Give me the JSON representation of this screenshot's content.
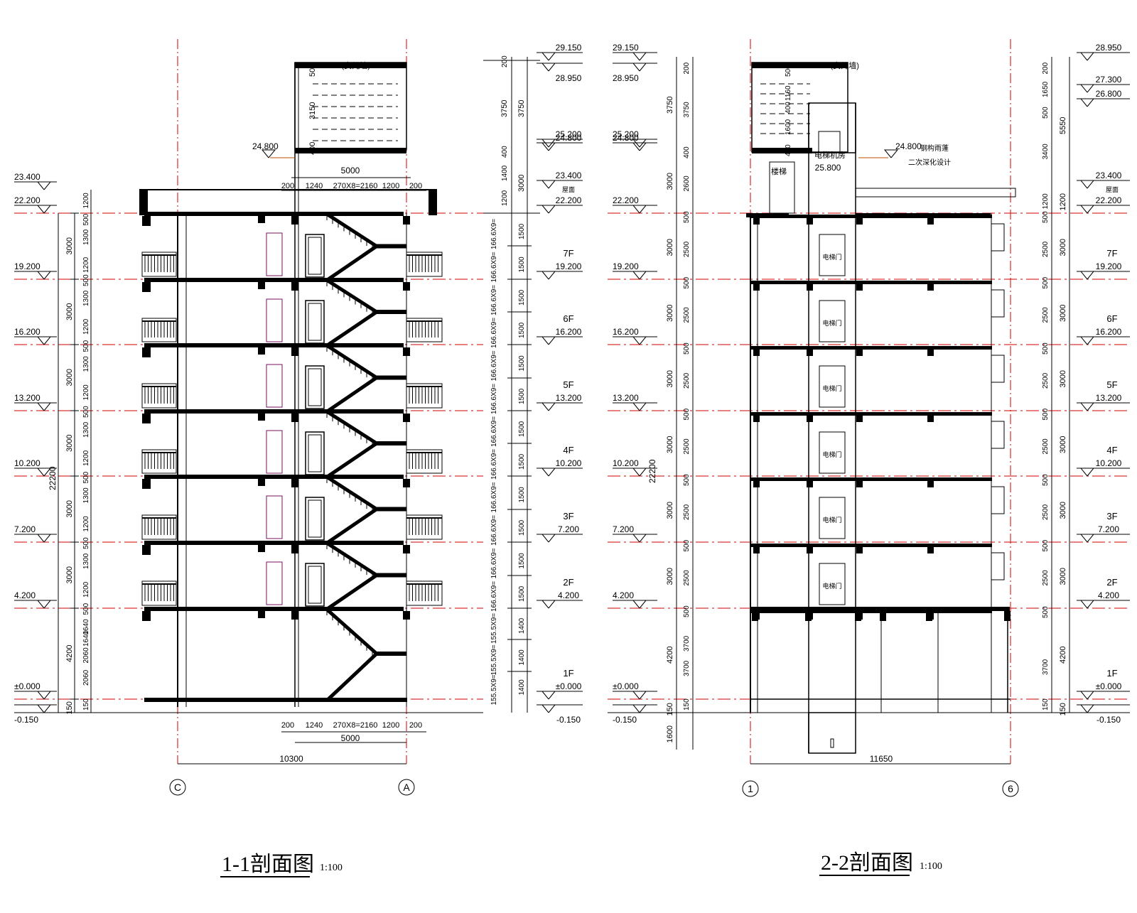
{
  "sections": [
    {
      "title": "1-1剖面图",
      "scale": "1:100",
      "grid_labels": [
        "C",
        "A"
      ],
      "overall_width": "10300",
      "stair_dims_top": [
        "200",
        "1240",
        "270X8=2160",
        "1200",
        "200"
      ],
      "stair_dims_bottom": [
        "200",
        "1240",
        "270X8=2160",
        "1200",
        "200"
      ],
      "bay_width": "5000",
      "bay_width_bottom": "5000",
      "roof_box_label": "28.750(女儿墙)",
      "roof_box_dims": [
        "500",
        "3150",
        "400"
      ],
      "side_elev_24800": "24.800",
      "left_elevations": [
        "23.400",
        "22.200",
        "19.200",
        "16.200",
        "13.200",
        "10.200",
        "7.200",
        "4.200",
        "±0.000",
        "-0.150"
      ],
      "left_dims_outer": [
        "3000",
        "3000",
        "3000",
        "3000",
        "3000",
        "3000",
        "4200",
        "150"
      ],
      "left_dims_inner": [
        "1200",
        "500",
        "1300",
        "1200",
        "500",
        "1300",
        "1200",
        "500",
        "1300",
        "1200",
        "500",
        "1300",
        "1200",
        "500",
        "1300",
        "1200",
        "500",
        "1300",
        "1200",
        "500",
        "1640",
        "2060",
        "150"
      ],
      "total_height": "22200",
      "right_dims_a": [
        "200",
        "3750",
        "400",
        "1400",
        "1200"
      ],
      "right_dims_b": [
        "3750",
        "3000"
      ],
      "flight_dims": [
        "166.6X9=",
        "166.6X9=",
        "166.6X9=",
        "166.6X9=",
        "166.6X9=",
        "166.6X9=",
        "166.6X9=",
        "166.6X9=",
        "166.6X9=",
        "166.6X9=",
        "166.6X9=",
        "166.6X9=",
        "155.5X9=",
        "155.5X9=",
        "155.5X9="
      ],
      "flight_heights": [
        "1500",
        "1500",
        "1500",
        "1500",
        "1500",
        "1500",
        "1500",
        "1500",
        "1500",
        "1500",
        "1500",
        "1500",
        "1400",
        "1400",
        "1400"
      ],
      "right_elevations": [
        "29.150",
        "28.950",
        "25.200",
        "24.800",
        "23.400",
        "22.200",
        "19.200",
        "16.200",
        "13.200",
        "10.200",
        "7.200",
        "4.200",
        "±0.000",
        "-0.150"
      ],
      "roof_word": "屋面",
      "floors": [
        "7F",
        "6F",
        "5F",
        "4F",
        "3F",
        "2F",
        "1F"
      ]
    },
    {
      "title": "2-2剖面图",
      "scale": "1:100",
      "grid_labels": [
        "1",
        "6"
      ],
      "overall_width": "11650",
      "roof_box_label": "28.750(女儿墙)",
      "roof_box_dims": [
        "500",
        "1160",
        "400",
        "1600",
        "400"
      ],
      "left_elevations": [
        "29.150",
        "28.950",
        "25.200",
        "24.800",
        "22.200",
        "19.200",
        "16.200",
        "13.200",
        "10.200",
        "7.200",
        "4.200",
        "±0.000",
        "-0.150"
      ],
      "left_dims_outer": [
        "3750",
        "3000",
        "3000",
        "3000",
        "3000",
        "3000",
        "3000",
        "3000",
        "4200",
        "150",
        "1600"
      ],
      "left_dims_inner": [
        "200",
        "3750",
        "400",
        "2600",
        "500",
        "2500",
        "500",
        "2500",
        "500",
        "2500",
        "500",
        "2500",
        "500",
        "2500",
        "500",
        "2500",
        "500",
        "3700",
        "150"
      ],
      "total_height": "22200",
      "machine_room": "电梯机房",
      "machine_room_elev": "25.800",
      "stair_room": "楼梯",
      "canopy_elev": "24.800",
      "canopy_note_1": "钢构雨蓬",
      "canopy_note_2": "二次深化设计",
      "elevator_door": "电梯门",
      "right_dims_a": [
        "200",
        "1650",
        "500",
        "3400",
        "1200",
        "500",
        "2500",
        "500",
        "2500",
        "500",
        "2500",
        "500",
        "2500",
        "500",
        "2500",
        "500",
        "2500",
        "500",
        "3700",
        "150"
      ],
      "right_dims_b": [
        "5550",
        "1200",
        "3000",
        "3000",
        "3000",
        "3000",
        "3000",
        "3000",
        "4200",
        "150"
      ],
      "right_elevations": [
        "28.950",
        "27.300",
        "26.800",
        "23.400",
        "22.200",
        "19.200",
        "16.200",
        "13.200",
        "10.200",
        "7.200",
        "4.200",
        "±0.000",
        "-0.150"
      ],
      "roof_word": "屋面",
      "floors": [
        "7F",
        "6F",
        "5F",
        "4F",
        "3F",
        "2F",
        "1F"
      ]
    }
  ]
}
